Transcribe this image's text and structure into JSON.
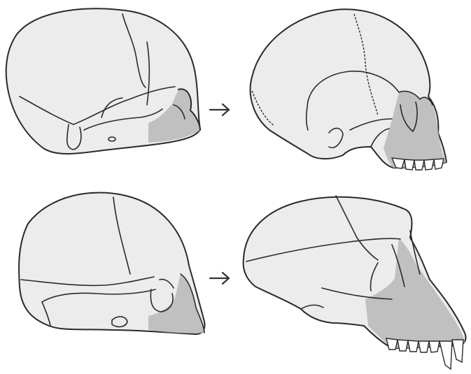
{
  "figure": {
    "colors": {
      "bone_fill": "#ececec",
      "face_shading": "#b9b9b9",
      "outline": "#2a2a2a",
      "arrow": "#333333",
      "background": "#ffffff"
    },
    "rows": [
      {
        "row": "top",
        "left": "infant-skull",
        "right": "adult-skull",
        "connector": "arrow-right"
      },
      {
        "row": "bottom",
        "left": "infant-skull",
        "right": "adult-skull",
        "connector": "arrow-right"
      }
    ]
  }
}
